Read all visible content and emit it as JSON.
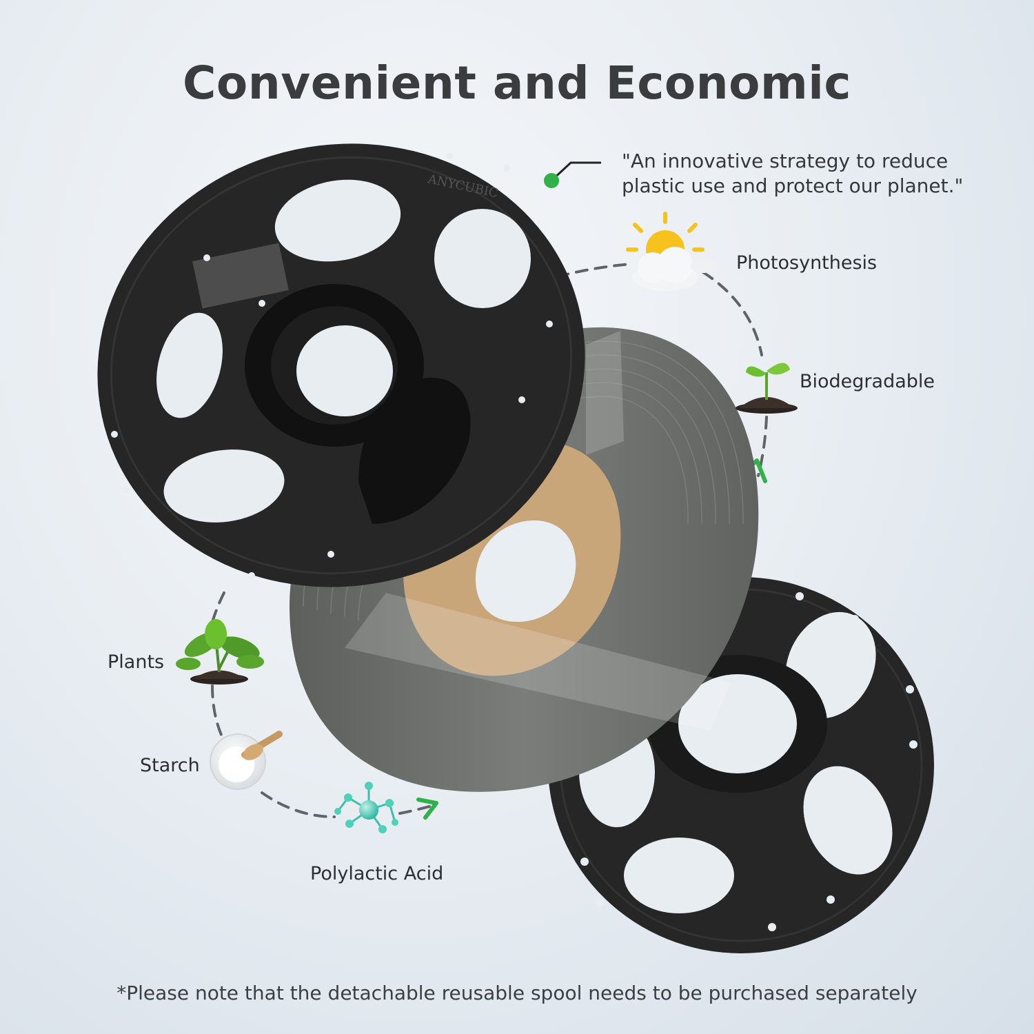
{
  "title": "Convenient and Economic",
  "quote": "\"An innovative strategy to reduce plastic use and protect our planet.\"",
  "spool_brand": "ANYCUBIC",
  "cycle": {
    "photosynthesis": "Photosynthesis",
    "biodegradable": "Biodegradable",
    "plants": "Plants",
    "starch": "Starch",
    "polylactic_acid": "Polylactic Acid"
  },
  "footnote": "*Please note that the detachable reusable spool needs to be purchased separately",
  "colors": {
    "accent_green": "#2fb24a",
    "spool_black": "#262626",
    "filament_gray": "#6f726f",
    "cardboard": "#c9a57a"
  },
  "icons": [
    "sun-cloud-icon",
    "sprout-icon",
    "plant-icon",
    "starch-bowl-icon",
    "molecule-icon"
  ]
}
